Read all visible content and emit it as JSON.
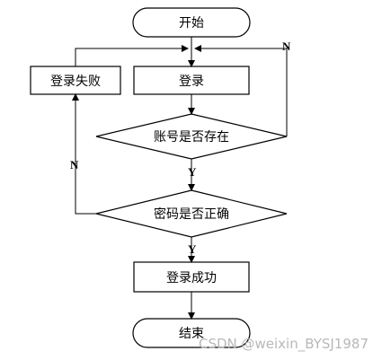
{
  "nodes": {
    "start": "开始",
    "login": "登录",
    "login_fail": "登录失败",
    "check_account": "账号是否存在",
    "check_password": "密码是否正确",
    "login_success": "登录成功",
    "end": "结束"
  },
  "edges": {
    "account_yes": "Y",
    "account_no": "N",
    "password_yes": "Y",
    "password_no": "N"
  },
  "watermark": "CSDN @weixin_BYSJ1987"
}
